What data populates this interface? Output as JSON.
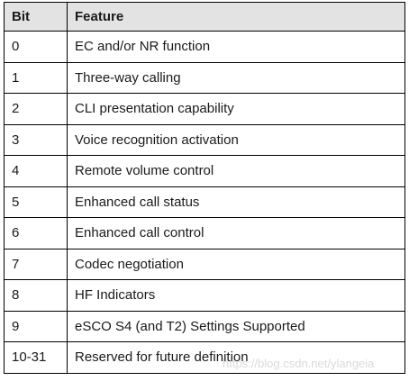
{
  "table": {
    "headers": {
      "bit": "Bit",
      "feature": "Feature"
    },
    "rows": [
      {
        "bit": "0",
        "feature": "EC and/or NR function"
      },
      {
        "bit": "1",
        "feature": "Three-way calling"
      },
      {
        "bit": "2",
        "feature": "CLI presentation capability"
      },
      {
        "bit": "3",
        "feature": "Voice recognition activation"
      },
      {
        "bit": "4",
        "feature": "Remote volume control"
      },
      {
        "bit": "5",
        "feature": "Enhanced call status"
      },
      {
        "bit": "6",
        "feature": "Enhanced call control"
      },
      {
        "bit": "7",
        "feature": "Codec negotiation"
      },
      {
        "bit": "8",
        "feature": "HF Indicators"
      },
      {
        "bit": "9",
        "feature": "eSCO S4 (and T2) Settings Supported"
      },
      {
        "bit": "10-31",
        "feature": "Reserved for future definition"
      }
    ]
  },
  "watermark": {
    "text": "https://blog.csdn.net/ylangeia"
  },
  "colors": {
    "header_background": "#e3e3e3",
    "border": "#000000",
    "text": "#1a1a1a",
    "watermark": "#cdcdcd"
  }
}
